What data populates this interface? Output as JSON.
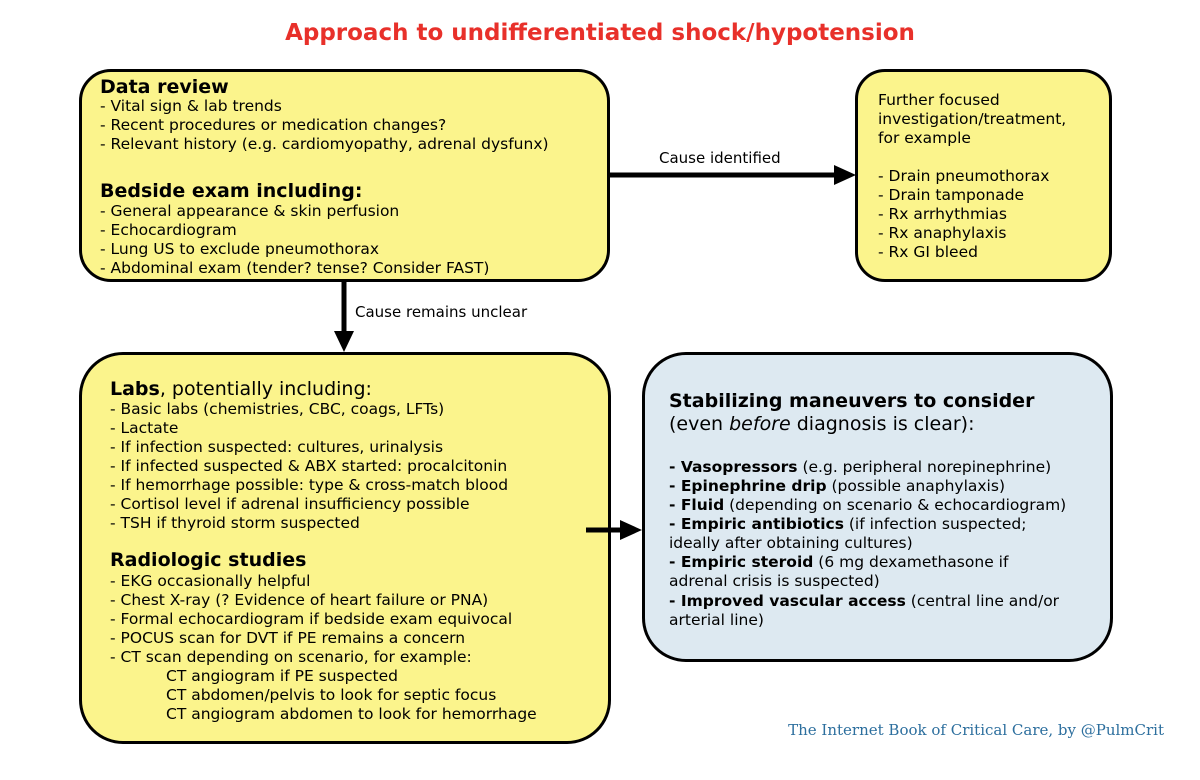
{
  "title": "Approach to undifferentiated shock/hypotension",
  "colors": {
    "title": "#e8302a",
    "yellow_fill": "#fbf48c",
    "blue_fill": "#dde9f1",
    "credit": "#2d6f9e"
  },
  "data_review": {
    "heading": "Data review",
    "items": [
      " - Vital sign & lab trends",
      " - Recent procedures or medication changes?",
      " - Relevant history (e.g. cardiomyopathy, adrenal dysfunx)"
    ]
  },
  "bedside_exam": {
    "heading": "Bedside exam including:",
    "items": [
      " - General appearance & skin perfusion",
      " - Echocardiogram",
      " - Lung US to exclude pneumothorax",
      " - Abdominal exam (tender? tense?  Consider FAST)"
    ]
  },
  "further": {
    "intro": [
      "Further focused",
      "investigation/treatment,",
      "for example"
    ],
    "items": [
      " - Drain pneumothorax",
      " - Drain tamponade",
      " - Rx arrhythmias",
      " - Rx anaphylaxis",
      " - Rx GI bleed"
    ]
  },
  "arrows": {
    "cause_identified": "Cause identified",
    "cause_unclear": "Cause remains unclear"
  },
  "labs": {
    "heading_bold": "Labs",
    "heading_rest": ", potentially including:",
    "items": [
      " - Basic labs (chemistries, CBC, coags, LFTs)",
      " - Lactate",
      " - If infection suspected: cultures, urinalysis",
      " - If infected suspected & ABX started: procalcitonin",
      " - If hemorrhage possible:  type & cross-match blood",
      " - Cortisol level if adrenal insufficiency possible",
      " - TSH if thyroid storm suspected"
    ]
  },
  "radiology": {
    "heading": "Radiologic studies",
    "items": [
      " - EKG occasionally helpful",
      " - Chest X-ray (? Evidence of heart failure or PNA)",
      " - Formal echocardiogram if bedside exam equivocal",
      " - POCUS scan for DVT if PE remains a concern",
      " - CT scan depending on scenario, for example:"
    ],
    "subitems": [
      "CT angiogram if PE suspected",
      "CT abdomen/pelvis to look for septic focus",
      "CT angiogram abdomen to look for hemorrhage"
    ]
  },
  "stabilizing": {
    "heading": "Stabilizing maneuvers to consider",
    "sub_pre": "(even ",
    "sub_em": "before",
    "sub_post": " diagnosis is clear):",
    "items": [
      {
        "bold": " - Vasopressors",
        "rest": " (e.g. peripheral norepinephrine)"
      },
      {
        "bold": " - Epinephrine drip",
        "rest": " (possible anaphylaxis)"
      },
      {
        "bold": " - Fluid",
        "rest": " (depending on scenario & echocardiogram)"
      },
      {
        "bold": " - Empiric antibiotics",
        "rest": " (if infection suspected;"
      },
      {
        "bold": "",
        "rest": "ideally after obtaining cultures)"
      },
      {
        "bold": " - Empiric steroid",
        "rest": " (6 mg dexamethasone if"
      },
      {
        "bold": "",
        "rest": "adrenal crisis is suspected)"
      },
      {
        "bold": " - Improved vascular access",
        "rest": " (central line and/or"
      },
      {
        "bold": "",
        "rest": "arterial line)"
      }
    ]
  },
  "credit": "The Internet Book of Critical Care, by @PulmCrit"
}
